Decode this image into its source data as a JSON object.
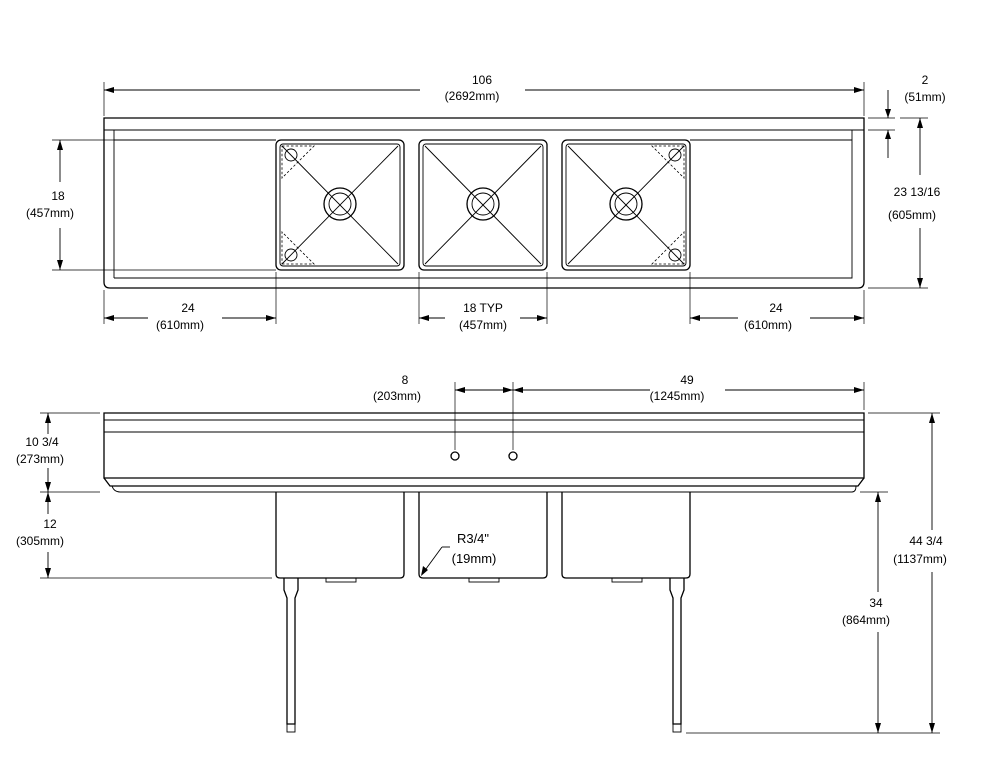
{
  "top_view": {
    "overall_length": {
      "value": "106",
      "metric": "(2692mm)"
    },
    "backsplash_height": {
      "value": "2",
      "metric": "(51mm)"
    },
    "bowl_front_to_back": {
      "value": "18",
      "metric": "(457mm)"
    },
    "overall_depth": {
      "value": "23 13/16",
      "metric": "(605mm)"
    },
    "left_drainboard": {
      "value": "24",
      "metric": "(610mm)"
    },
    "bowl_width": {
      "value": "18 TYP",
      "metric": "(457mm)"
    },
    "right_drainboard": {
      "value": "24",
      "metric": "(610mm)"
    }
  },
  "front_view": {
    "faucet_spacing": {
      "value": "8",
      "metric": "(203mm)"
    },
    "faucet_offset": {
      "value": "49",
      "metric": "(1245mm)"
    },
    "splash_height": {
      "value": "10 3/4",
      "metric": "(273mm)"
    },
    "bowl_depth": {
      "value": "12",
      "metric": "(305mm)"
    },
    "corner_radius": {
      "value": "R3/4\"",
      "metric": "(19mm)"
    },
    "rim_height": {
      "value": "34",
      "metric": "(864mm)"
    },
    "overall_height": {
      "value": "44 3/4",
      "metric": "(1137mm)"
    }
  }
}
